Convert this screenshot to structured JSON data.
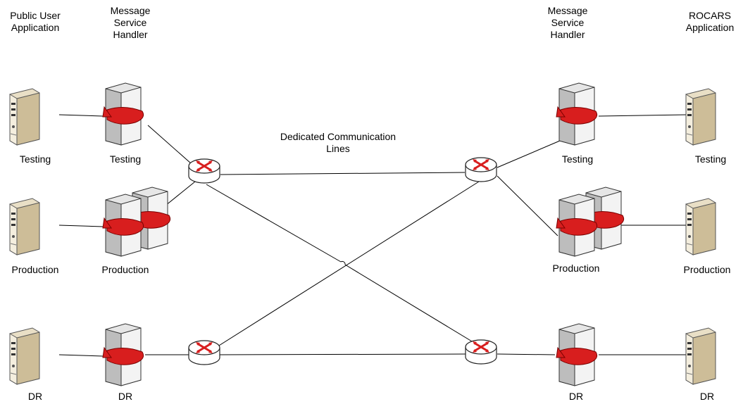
{
  "headers": {
    "left_app": "Public User\nApplication",
    "left_msh": "Message\nService\nHandler",
    "right_msh": "Message\nService\nHandler",
    "right_app": "ROCARS\nApplication"
  },
  "center_label": "Dedicated Communication\nLines",
  "labels": {
    "left_app_testing": "Testing",
    "left_msh_testing": "Testing",
    "right_msh_testing": "Testing",
    "right_app_testing": "Testing",
    "left_app_production": "Production",
    "left_msh_production": "Production",
    "right_msh_production": "Production",
    "right_app_production": "Production",
    "left_app_dr": "DR",
    "left_msh_dr": "DR",
    "right_msh_dr": "DR",
    "right_app_dr": "DR"
  },
  "colors": {
    "arrow_red": "#d81e1e",
    "tower_beige": "#d8c8a4",
    "server_gray": "#c8c8c8",
    "line": "#000000"
  }
}
